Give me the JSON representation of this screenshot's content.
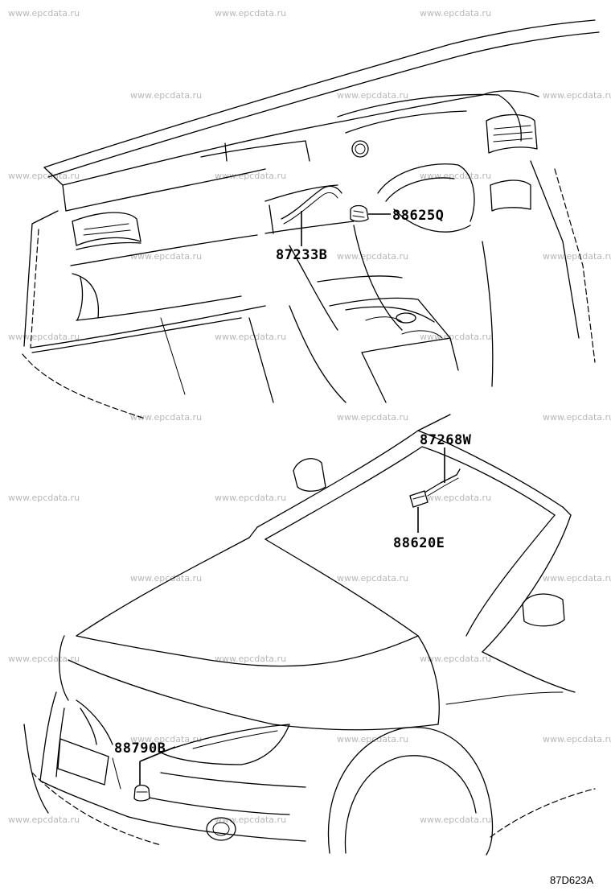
{
  "watermark": "www.epcdata.ru",
  "diagram_code": "87D623A",
  "parts": [
    {
      "id": "p1",
      "number": "88625Q"
    },
    {
      "id": "p2",
      "number": "87233B"
    },
    {
      "id": "p3",
      "number": "87268W"
    },
    {
      "id": "p4",
      "number": "88620E"
    },
    {
      "id": "p5",
      "number": "88790B"
    }
  ]
}
